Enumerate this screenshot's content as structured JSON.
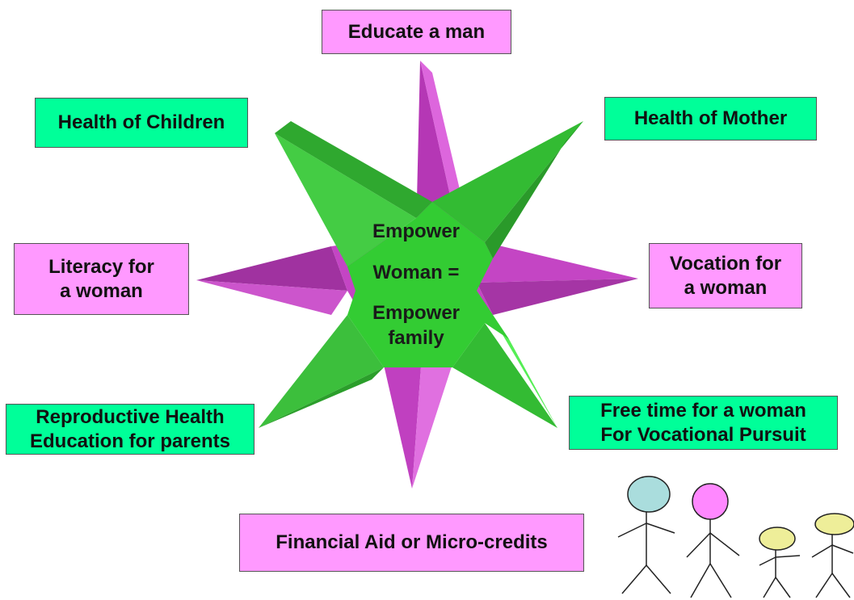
{
  "center": {
    "line1": "Empower",
    "line2": "Woman =",
    "line3": "Empower",
    "line4": "family"
  },
  "labels": {
    "educate_man": "Educate a man",
    "health_children": "Health of Children",
    "health_mother": "Health of Mother",
    "literacy": "Literacy for\na woman",
    "vocation": "Vocation for\na woman",
    "reproductive": "Reproductive Health\nEducation for parents",
    "free_time": "Free time for a woman\nFor Vocational Pursuit",
    "financial": "Financial Aid or Micro-credits"
  },
  "colors": {
    "pink_box": "#ff99ff",
    "green_box": "#00ff99",
    "star_magenta": "#cc44cc",
    "star_green": "#33cc33"
  }
}
